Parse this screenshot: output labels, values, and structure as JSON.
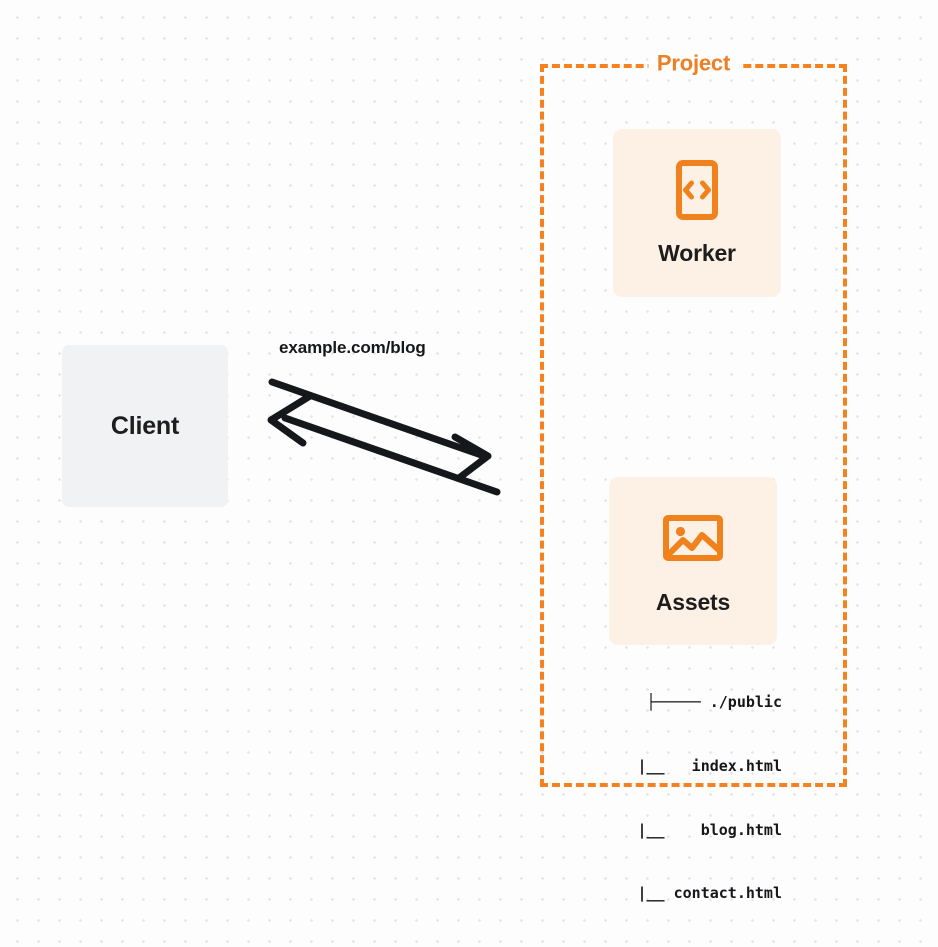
{
  "canvas": {
    "background_color": "#fdfdfd",
    "dot_grid_color": "#e6e6e6",
    "accent_color": "#f6821f",
    "card_background": "#fdf1e5",
    "client_background": "#f1f2f4"
  },
  "client": {
    "label": "Client",
    "icon": "client-box"
  },
  "connection": {
    "label": "example.com/blog",
    "outbound_arrow": "arrow-right-to-project",
    "inbound_arrow": "arrow-left-to-client"
  },
  "project": {
    "label": "Project",
    "border_style": "dashed",
    "border_color": "#f6821f",
    "services": [
      {
        "label": "Worker",
        "icon": "code-document-icon"
      },
      {
        "label": "Assets",
        "icon": "image-picture-icon"
      }
    ]
  },
  "file_tree": {
    "rows": [
      "├───── ./public",
      "     |__   index.html",
      "     |__    blog.html",
      "     |__ contact.html"
    ]
  }
}
